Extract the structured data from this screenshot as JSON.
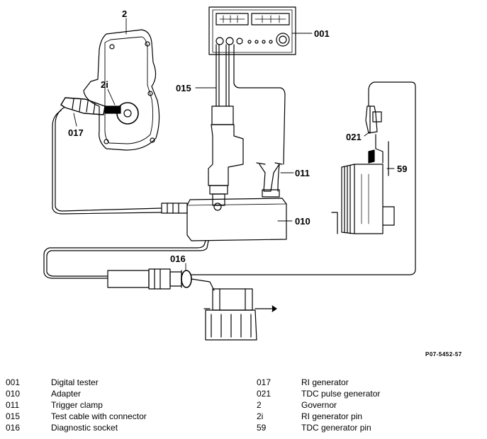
{
  "callouts": {
    "c001": "001",
    "c002": "2",
    "c02i": "2i",
    "c015": "015",
    "c017": "017",
    "c021": "021",
    "c059": "59",
    "c011": "011",
    "c010": "010",
    "c016": "016"
  },
  "figure_ref": "P07-5452-57",
  "legend": {
    "left": [
      {
        "code": "001",
        "label": "Digital tester"
      },
      {
        "code": "010",
        "label": "Adapter"
      },
      {
        "code": "011",
        "label": "Trigger clamp"
      },
      {
        "code": "015",
        "label": "Test cable with connector"
      },
      {
        "code": "016",
        "label": "Diagnostic socket"
      }
    ],
    "right": [
      {
        "code": "017",
        "label": "RI generator"
      },
      {
        "code": "021",
        "label": "TDC pulse generator"
      },
      {
        "code": "2",
        "label": "Governor"
      },
      {
        "code": "2i",
        "label": "RI generator pin"
      },
      {
        "code": "59",
        "label": "TDC generator pin"
      }
    ]
  }
}
